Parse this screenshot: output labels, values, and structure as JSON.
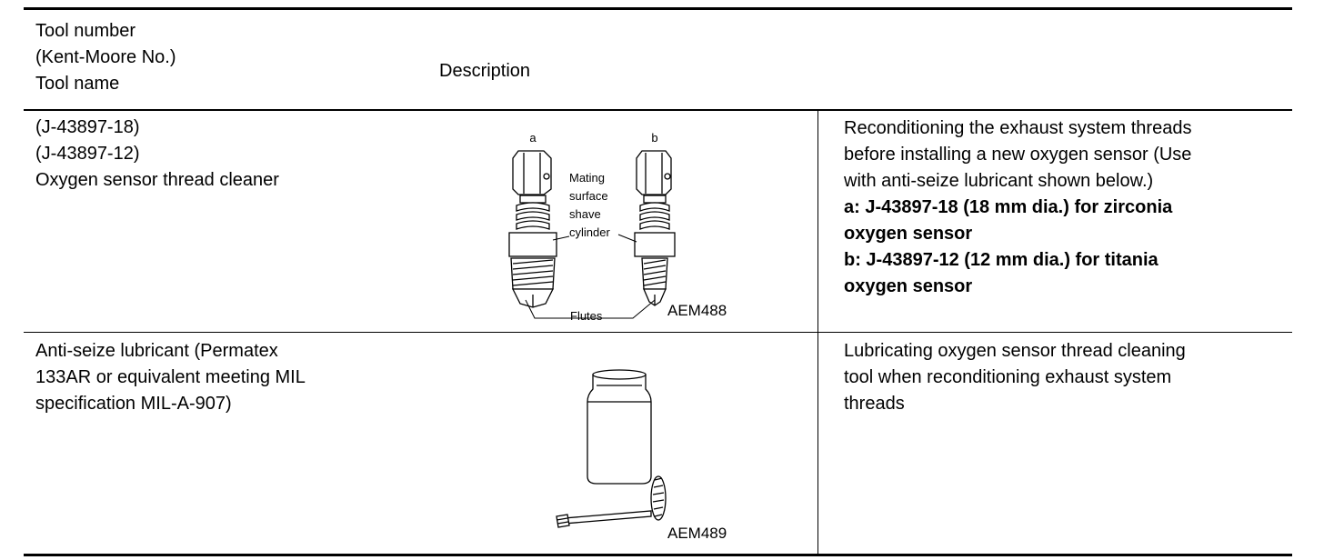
{
  "header": {
    "tool_col_lines": [
      "Tool number",
      "(Kent-Moore No.)",
      "Tool name"
    ],
    "description": "Description"
  },
  "rows": [
    {
      "tool_lines": [
        "(J-43897-18)",
        "(J-43897-12)",
        "Oxygen sensor thread cleaner"
      ],
      "figure": {
        "label_a": "a",
        "label_b": "b",
        "callout_lines": [
          "Mating",
          "surface",
          "shave",
          "cylinder"
        ],
        "flutes": "Flutes",
        "id": "AEM488"
      },
      "desc_lines": [
        "Reconditioning the exhaust system threads",
        "before installing a new oxygen sensor (Use",
        "with anti-seize lubricant shown below.)"
      ],
      "desc_bold_lines": [
        "a: J-43897-18 (18 mm dia.) for zirconia",
        "oxygen sensor",
        "b: J-43897-12 (12 mm dia.) for titania",
        "oxygen sensor"
      ]
    },
    {
      "tool_lines": [
        "Anti-seize lubricant (Permatex",
        "133AR or equivalent meeting MIL",
        "specification MIL-A-907)"
      ],
      "figure": {
        "id": "AEM489"
      },
      "desc_lines": [
        "Lubricating oxygen sensor thread cleaning",
        "tool when reconditioning exhaust system",
        "threads"
      ]
    }
  ]
}
